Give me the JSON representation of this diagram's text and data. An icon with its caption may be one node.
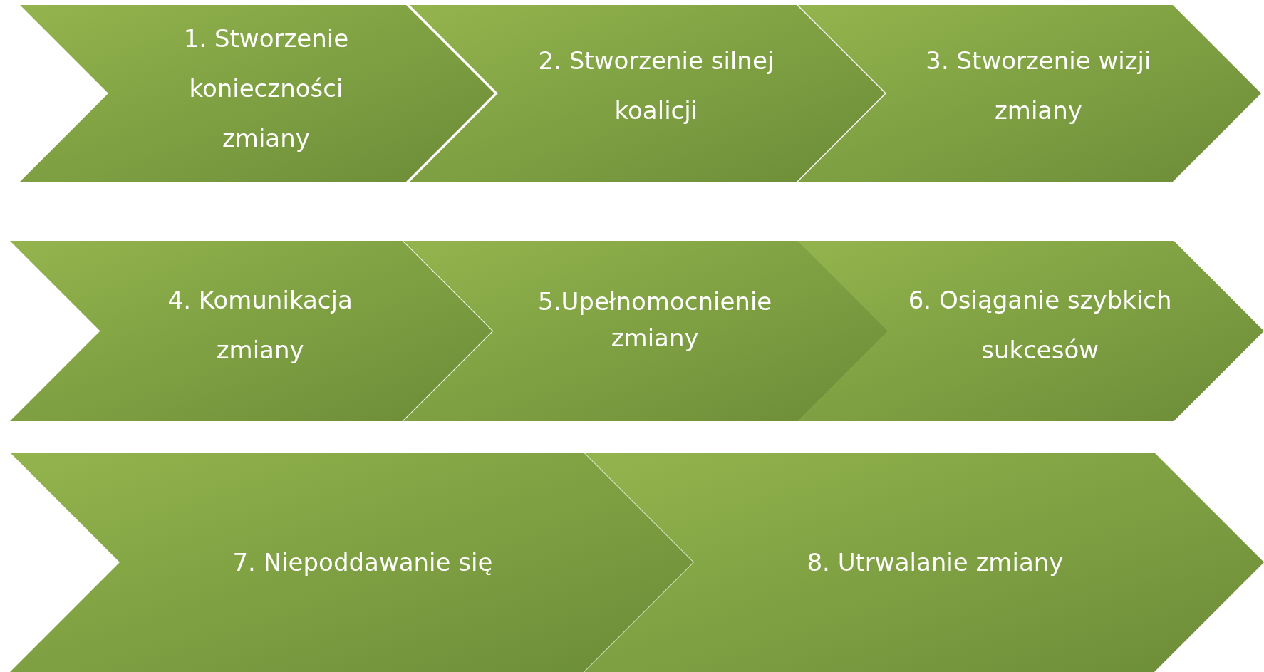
{
  "diagram": {
    "nodes": [
      {
        "text": [
          "1. Stworzenie konieczności zmiany"
        ]
      },
      {
        "text": [
          "2. Stworzenie silnej koalicji"
        ]
      },
      {
        "text": [
          "3. Stworzenie wizji zmiany"
        ]
      },
      {
        "text": [
          "4. Komunikacja zmiany"
        ]
      },
      {
        "text": [
          "5.Upełnomocnienie zmiany"
        ]
      },
      {
        "text": [
          "6. Osiąganie szybkich sukcesów"
        ]
      },
      {
        "text": [
          "7. Niepoddawanie się"
        ]
      },
      {
        "text": [
          "8. Utrwalanie zmiany"
        ]
      }
    ]
  }
}
